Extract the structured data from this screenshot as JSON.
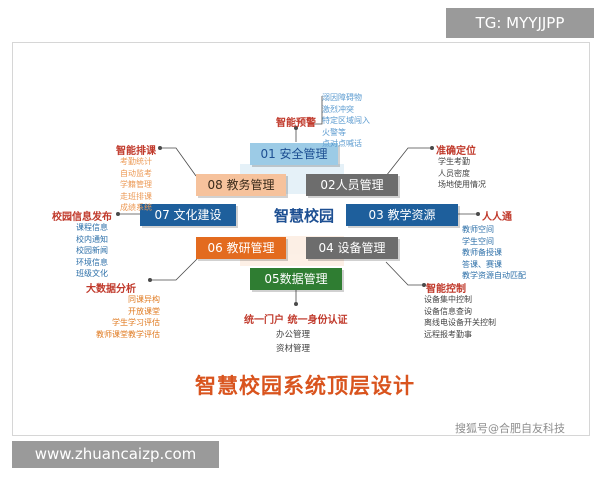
{
  "watermarks": {
    "top_right": "TG: MYYJJPP",
    "bottom_left": "www.zhuancaizp.com",
    "credit": "搜狐号@合肥自友科技"
  },
  "diagram": {
    "center": "智慧校园",
    "title": "智慧校园系统顶层设计",
    "slogan": "统一门户  统一身份认证",
    "colors": {
      "blue": "#9ccbe6",
      "blue_text": "#1d4f92",
      "grey": "#6d6d6d",
      "dark_blue": "#1e5f9c",
      "orange": "#e36b1f",
      "green": "#2f7d32",
      "peach": "#f6c29c",
      "accent_red": "#c0392b"
    },
    "modules": [
      {
        "label": "01 安全管理"
      },
      {
        "label": "02人员管理"
      },
      {
        "label": "03 教学资源"
      },
      {
        "label": "04 设备管理"
      },
      {
        "label": "05数据管理"
      },
      {
        "label": "06 教研管理"
      },
      {
        "label": "07 文化建设"
      },
      {
        "label": "08 教务管理"
      }
    ],
    "groups": {
      "alert": {
        "heading": "智能预警",
        "items": [
          "溺因障碍物",
          "激烈冲突",
          "特定区域闯入",
          "火警等",
          "点对点喊话"
        ]
      },
      "locate": {
        "heading": "准确定位",
        "items": [
          "学生考勤",
          "人员密度",
          "场地使用情况"
        ]
      },
      "people": {
        "heading": "人人通",
        "items": [
          "教师空间",
          "学生空间",
          "教师备授课",
          "答课、赛课",
          "教学资源自动匹配"
        ]
      },
      "control": {
        "heading": "智能控制",
        "items": [
          "设备集中控制",
          "设备信息查询",
          "离线电设备开关控制",
          "远程报考勤事"
        ]
      },
      "data": {
        "items": [
          "办公管理",
          "资材管理"
        ]
      },
      "bigdata": {
        "heading": "大数据分析",
        "items": [
          "同课异构",
          "开放课堂",
          "学生学习评估",
          "教师课堂教学评估"
        ]
      },
      "info": {
        "heading": "校园信息发布",
        "items": [
          "课程信息",
          "校内通知",
          "校园新闻",
          "环境信息",
          "班级文化"
        ]
      },
      "schedule": {
        "heading": "智能排课",
        "items": [
          "考勤统计",
          "自动监考",
          "学籍管理",
          "走班排课",
          "成绩系统"
        ]
      }
    }
  }
}
